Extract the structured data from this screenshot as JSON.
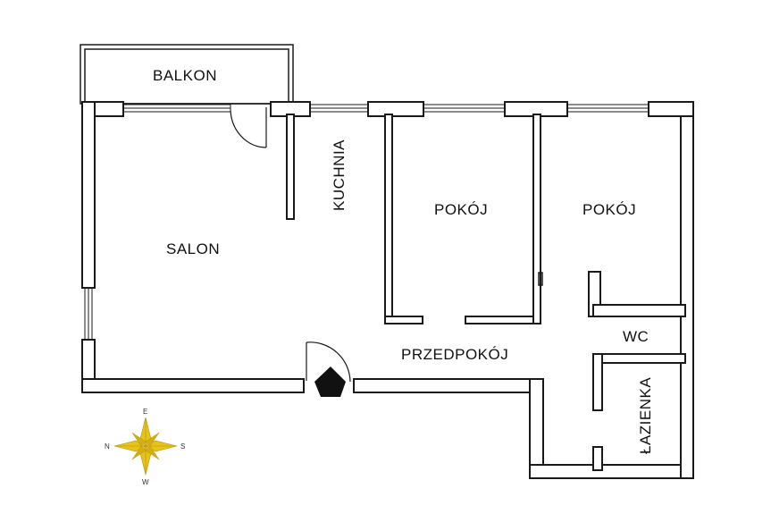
{
  "rooms": {
    "balkon": "BALKON",
    "salon": "SALON",
    "kuchnia": "KUCHNIA",
    "pokoj_1": "POKÓJ",
    "pokoj_2": "POKÓJ",
    "przedpokoj": "PRZEDPOKÓJ",
    "wc": "WC",
    "lazienka": "ŁAZIENKA"
  },
  "compass": {
    "north": "N",
    "east": "E",
    "south": "S",
    "west": "W",
    "color": "#e0c01a"
  },
  "entrance_marker": "entrance-pentagon"
}
